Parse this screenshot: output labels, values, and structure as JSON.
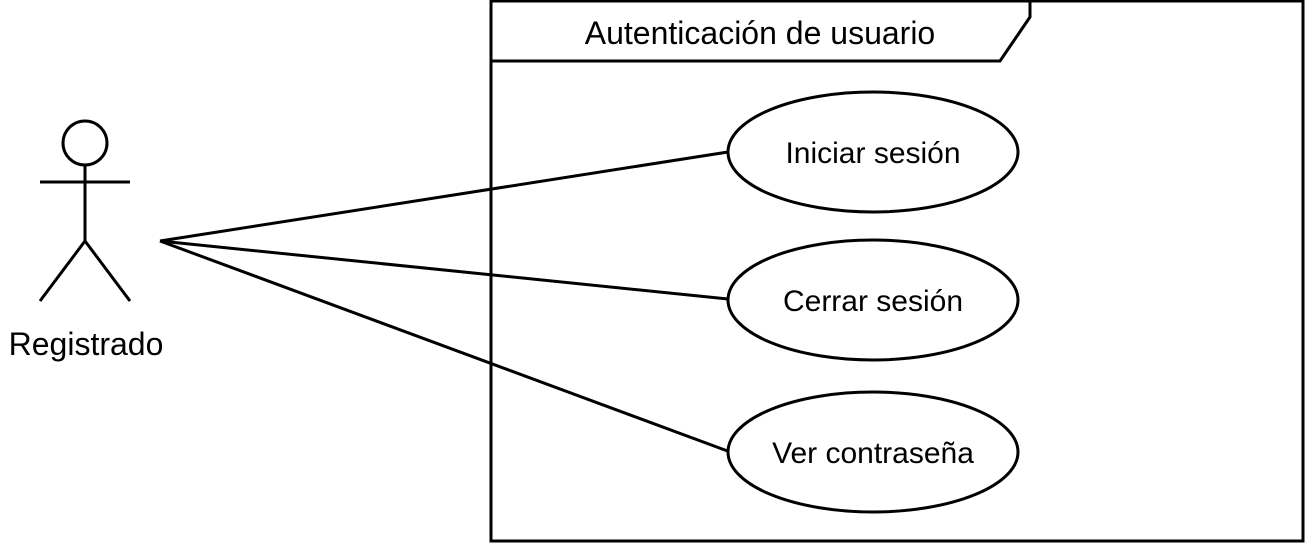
{
  "frame": {
    "title": "Autenticación de usuario"
  },
  "actor": {
    "label": "Registrado"
  },
  "use_cases": [
    {
      "label": "Iniciar sesión"
    },
    {
      "label": "Cerrar sesión"
    },
    {
      "label": "Ver contraseña"
    }
  ],
  "colors": {
    "stroke": "#000000",
    "background": "#ffffff"
  }
}
